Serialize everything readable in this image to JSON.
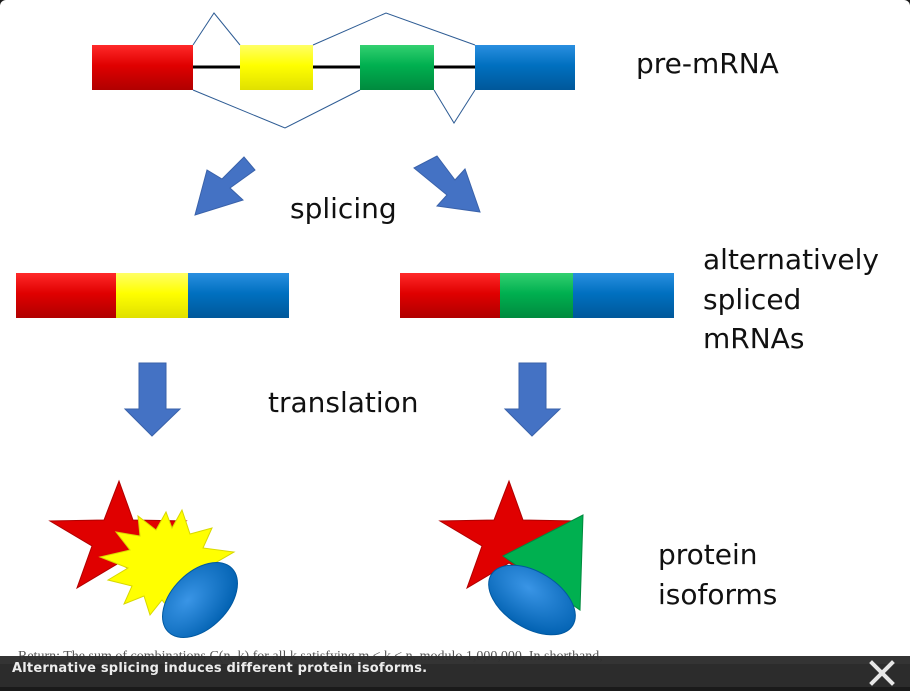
{
  "diagram": {
    "labels": {
      "pre_mrna": "pre-mRNA",
      "splicing": "splicing",
      "alt_line1": "alternatively",
      "alt_line2": "spliced",
      "alt_line3": "mRNAs",
      "translation": "translation",
      "protein_line1": "protein",
      "protein_line2": "isoforms"
    },
    "exon_colors": {
      "red": "#d40000",
      "yellow": "#ffff00",
      "green": "#00b050",
      "blue": "#0070c0"
    },
    "arrow_color": "#4472c4"
  },
  "background_text": "Return: The sum of combinations C(n, k) for all k satisfying m ≤ k ≤ n, modulo 1,000,000. In shorthand,",
  "caption": {
    "text": "Alternative splicing induces different protein isoforms."
  },
  "close_icon": "close-icon"
}
